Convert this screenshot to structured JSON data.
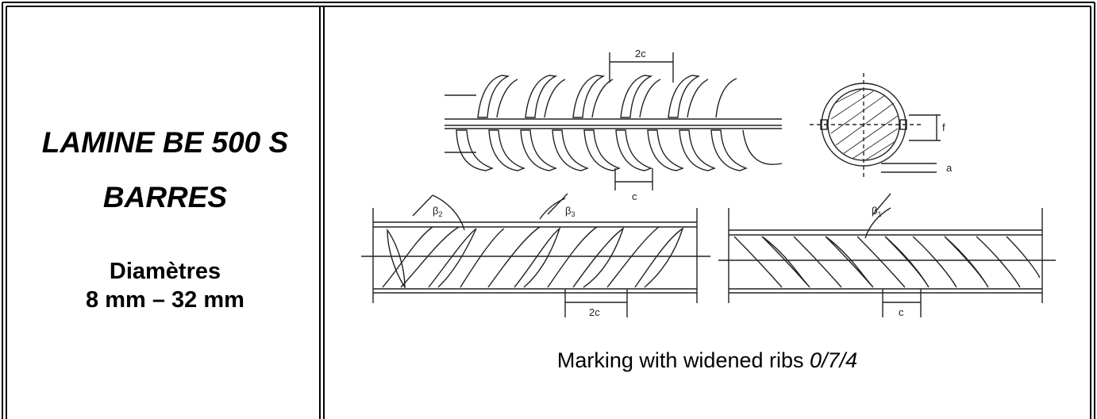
{
  "product": {
    "title": "LAMINE BE 500 S",
    "subtitle": "BARRES",
    "diameters_label": "Diamètres",
    "diameters_range": "8 mm – 32 mm"
  },
  "drawing": {
    "labels": {
      "two_c": "2c",
      "c": "c",
      "a": "a",
      "f": "f",
      "beta1": "β",
      "beta1_sub": "1",
      "beta2": "β",
      "beta2_sub": "2",
      "beta3": "β",
      "beta3_sub": "3"
    }
  },
  "caption": {
    "text": "Marking with widened ribs ",
    "code": "0/7/4"
  }
}
